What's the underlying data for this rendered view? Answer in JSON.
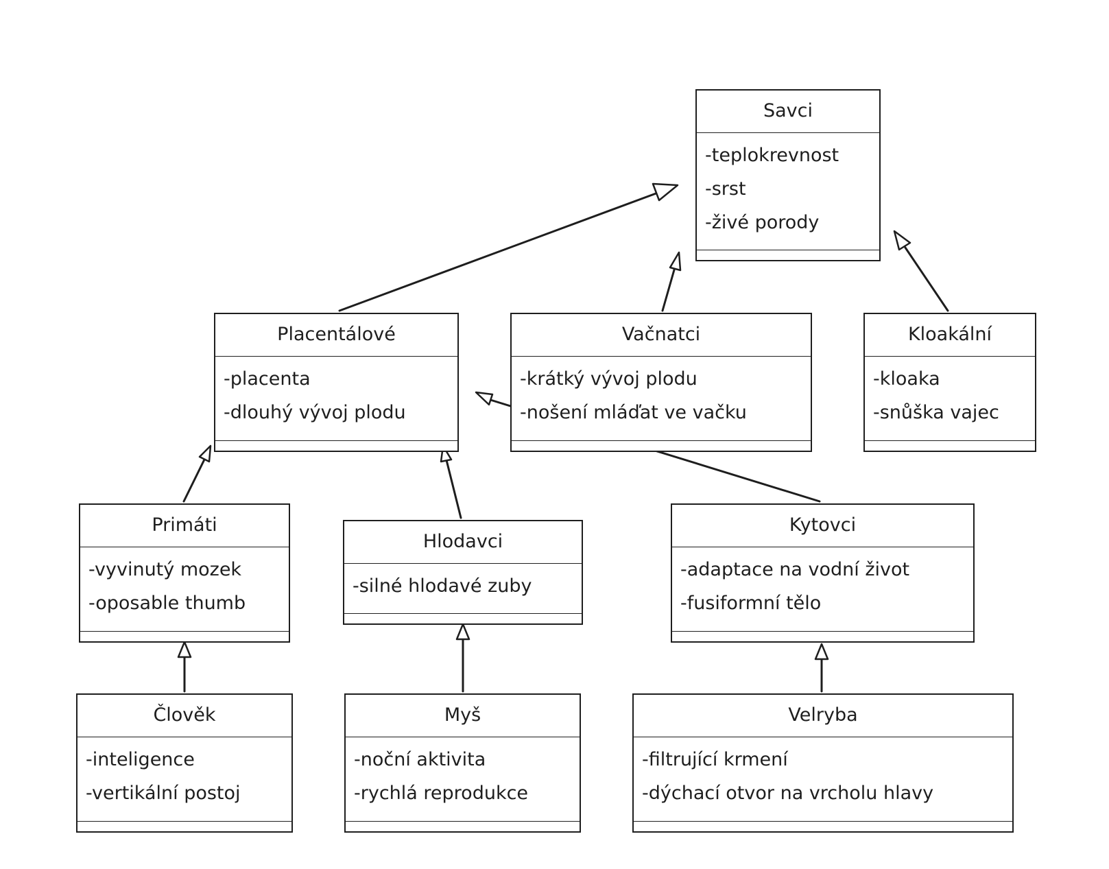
{
  "classes": {
    "savci": {
      "name": "Savci",
      "attributes": [
        "-teplokrevnost",
        "-srst",
        "-živé porody"
      ]
    },
    "placentalove": {
      "name": "Placentálové",
      "attributes": [
        "-placenta",
        "-dlouhý vývoj plodu"
      ]
    },
    "vacnatci": {
      "name": "Vačnatci",
      "attributes": [
        "-krátký vývoj plodu",
        "-nošení mláďat ve vačku"
      ]
    },
    "kloakalni": {
      "name": "Kloakální",
      "attributes": [
        "-kloaka",
        "-snůška vajec"
      ]
    },
    "primati": {
      "name": "Primáti",
      "attributes": [
        "-vyvinutý mozek",
        "-oposable thumb"
      ]
    },
    "hlodavci": {
      "name": "Hlodavci",
      "attributes": [
        "-silné hlodavé zuby"
      ]
    },
    "kytovci": {
      "name": "Kytovci",
      "attributes": [
        "-adaptace na vodní život",
        "-fusiformní tělo"
      ]
    },
    "clovek": {
      "name": "Člověk",
      "attributes": [
        "-inteligence",
        "-vertikální postoj"
      ]
    },
    "mys": {
      "name": "Myš",
      "attributes": [
        "-noční aktivita",
        "-rychlá reprodukce"
      ]
    },
    "velryba": {
      "name": "Velryba",
      "attributes": [
        "-filtrující krmení",
        "-dýchací otvor na vrcholu hlavy"
      ]
    }
  },
  "colors": {
    "stroke": "#1e1e1e",
    "background": "#ffffff"
  }
}
